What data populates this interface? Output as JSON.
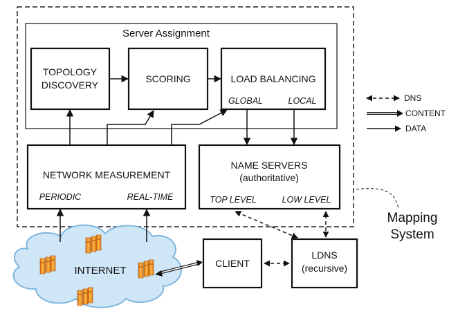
{
  "server_assignment": {
    "title": "Server Assignment",
    "topology_discovery": [
      "TOPOLOGY",
      "DISCOVERY"
    ],
    "scoring": "SCORING",
    "load_balancing": "LOAD BALANCING",
    "global": "GLOBAL",
    "local": "LOCAL"
  },
  "network_measurement": {
    "title": "NETWORK MEASUREMENT",
    "periodic": "PERIODIC",
    "real_time": "REAL-TIME"
  },
  "name_servers": {
    "title": "NAME SERVERS",
    "subtitle": "(authoritative)",
    "top_level": "TOP LEVEL",
    "low_level": "LOW LEVEL"
  },
  "mapping_system": [
    "Mapping",
    "System"
  ],
  "internet": "INTERNET",
  "client": "CLIENT",
  "ldns": [
    "LDNS",
    "(recursive)"
  ],
  "legend": {
    "dns": "DNS",
    "content": "CONTENT",
    "data": "DATA"
  },
  "colors": {
    "server_icon_orange": "#f59a1e",
    "cloud_fill": "#cfe6f7",
    "cloud_stroke": "#7fb6de"
  }
}
